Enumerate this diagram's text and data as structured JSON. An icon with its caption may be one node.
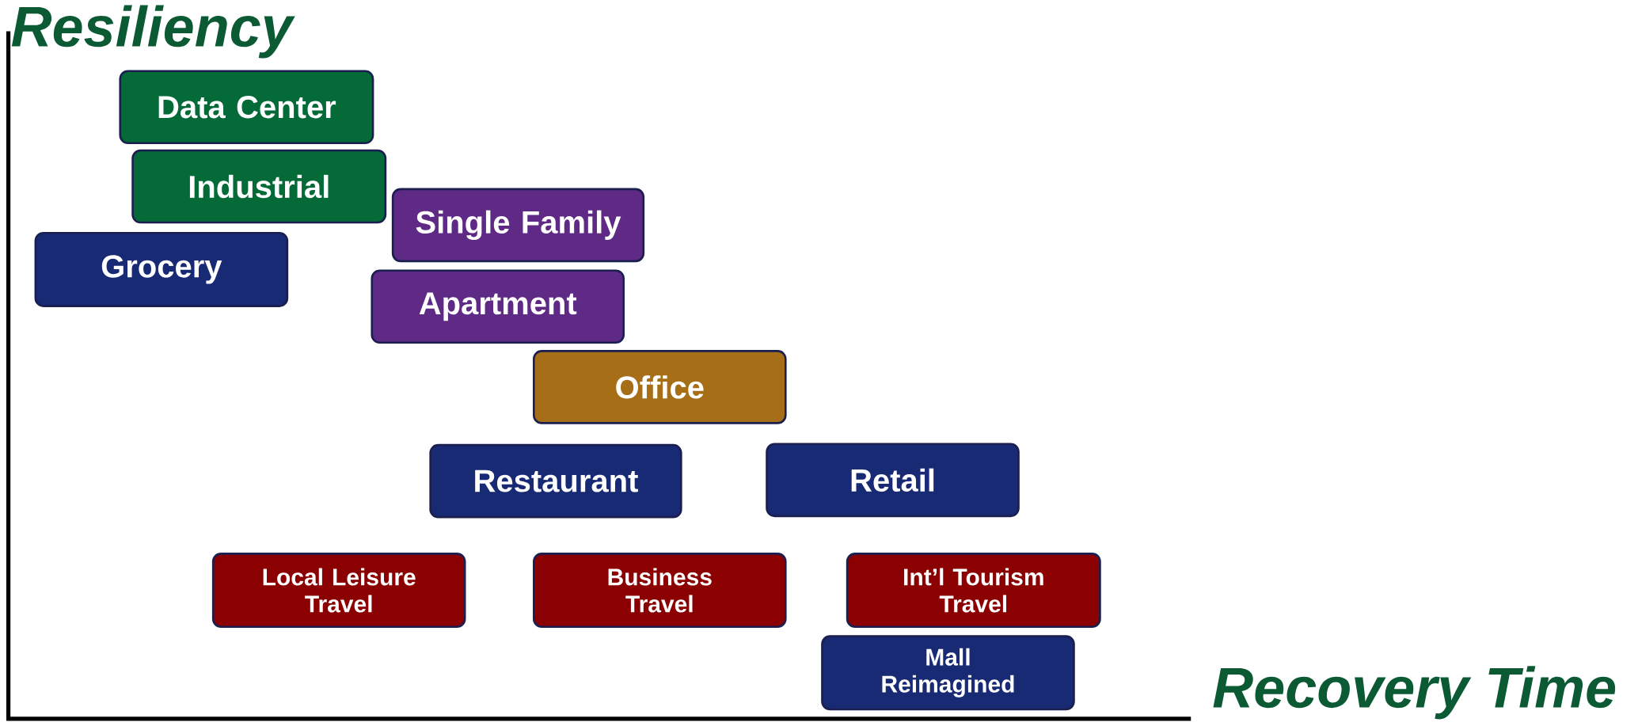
{
  "diagram": {
    "nodes": [
      {
        "text": [
          "Data Center"
        ]
      },
      {
        "text": [
          "Industrial"
        ]
      },
      {
        "text": [
          "Single Family"
        ]
      },
      {
        "text": [
          "Grocery"
        ]
      },
      {
        "text": [
          "Apartment"
        ]
      },
      {
        "text": [
          "Office"
        ]
      },
      {
        "text": [
          "Restaurant"
        ]
      },
      {
        "text": [
          "Retail"
        ]
      },
      {
        "text": [
          "Local Leisure Travel"
        ]
      },
      {
        "text": [
          "Business Travel"
        ]
      },
      {
        "text": [
          "Int’l Tourism Travel"
        ]
      },
      {
        "text": [
          "Mall Reimagined"
        ]
      }
    ],
    "labels": [
      "Resiliency",
      "Recovery Time"
    ]
  }
}
